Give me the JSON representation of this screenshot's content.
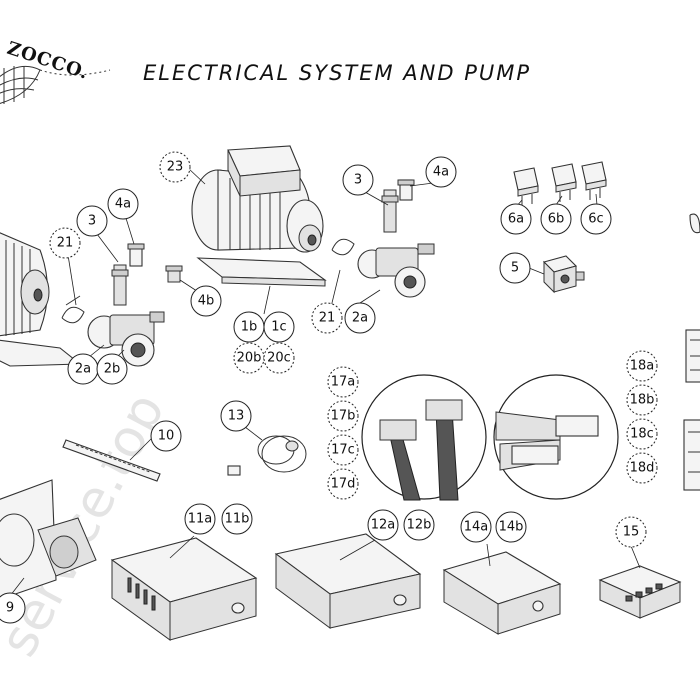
{
  "header": {
    "logo_text": "ZOCCO.",
    "title": "ELECTRICAL SYSTEM AND PUMP"
  },
  "watermark": "service.top",
  "callouts": [
    {
      "id": "c23",
      "label": "23",
      "style": "dashed"
    },
    {
      "id": "c3a",
      "label": "3",
      "style": "solid"
    },
    {
      "id": "c4a1",
      "label": "4a",
      "style": "solid"
    },
    {
      "id": "c3b",
      "label": "3",
      "style": "solid"
    },
    {
      "id": "c4a2",
      "label": "4a",
      "style": "solid"
    },
    {
      "id": "c21a",
      "label": "21",
      "style": "dashed"
    },
    {
      "id": "c4b",
      "label": "4b",
      "style": "solid"
    },
    {
      "id": "c6a",
      "label": "6a",
      "style": "solid"
    },
    {
      "id": "c6b",
      "label": "6b",
      "style": "solid"
    },
    {
      "id": "c6c",
      "label": "6c",
      "style": "solid"
    },
    {
      "id": "c5",
      "label": "5",
      "style": "solid"
    },
    {
      "id": "c1b",
      "label": "1b",
      "style": "solid"
    },
    {
      "id": "c1c",
      "label": "1c",
      "style": "solid"
    },
    {
      "id": "c21b",
      "label": "21",
      "style": "dashed"
    },
    {
      "id": "c2a1",
      "label": "2a",
      "style": "solid"
    },
    {
      "id": "c20b",
      "label": "20b",
      "style": "dashed"
    },
    {
      "id": "c20c",
      "label": "20c",
      "style": "dashed"
    },
    {
      "id": "c2a2",
      "label": "2a",
      "style": "solid"
    },
    {
      "id": "c2b",
      "label": "2b",
      "style": "solid"
    },
    {
      "id": "c17a",
      "label": "17a",
      "style": "dashed"
    },
    {
      "id": "c17b",
      "label": "17b",
      "style": "dashed"
    },
    {
      "id": "c17c",
      "label": "17c",
      "style": "dashed"
    },
    {
      "id": "c17d",
      "label": "17d",
      "style": "dashed"
    },
    {
      "id": "c18a",
      "label": "18a",
      "style": "dashed"
    },
    {
      "id": "c18b",
      "label": "18b",
      "style": "dashed"
    },
    {
      "id": "c18c",
      "label": "18c",
      "style": "dashed"
    },
    {
      "id": "c18d",
      "label": "18d",
      "style": "dashed"
    },
    {
      "id": "c13",
      "label": "13",
      "style": "solid"
    },
    {
      "id": "c10",
      "label": "10",
      "style": "solid"
    },
    {
      "id": "c11a",
      "label": "11a",
      "style": "solid"
    },
    {
      "id": "c11b",
      "label": "11b",
      "style": "solid"
    },
    {
      "id": "c12a",
      "label": "12a",
      "style": "solid"
    },
    {
      "id": "c12b",
      "label": "12b",
      "style": "solid"
    },
    {
      "id": "c14a",
      "label": "14a",
      "style": "solid"
    },
    {
      "id": "c14b",
      "label": "14b",
      "style": "solid"
    },
    {
      "id": "c15",
      "label": "15",
      "style": "dashed"
    },
    {
      "id": "c9",
      "label": "9",
      "style": "solid"
    }
  ]
}
